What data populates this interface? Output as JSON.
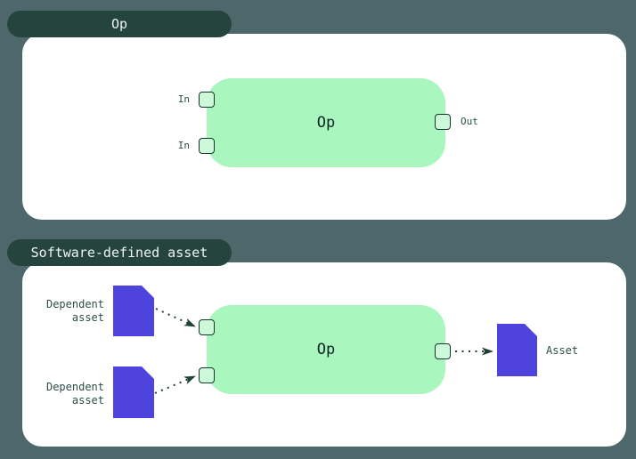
{
  "colors": {
    "background": "#4d676b",
    "panel": "#ffffff",
    "tab": "#25443e",
    "tab_text": "#eef4f1",
    "op_green": "#a9f6bf",
    "port_fill": "#ccf9d9",
    "port_border": "#16352e",
    "label_text": "#2e4e48",
    "op_text": "#0d2520",
    "asset_purple": "#4f43dd",
    "arrow": "#1d4038"
  },
  "op_panel": {
    "tab_label": "Op",
    "op_label": "Op",
    "input_labels": [
      "In",
      "In"
    ],
    "output_label": "Out"
  },
  "sda_panel": {
    "tab_label": "Software-defined asset",
    "op_label": "Op",
    "dependent_asset_labels": [
      "Dependent asset",
      "Dependent asset"
    ],
    "asset_label": "Asset"
  }
}
